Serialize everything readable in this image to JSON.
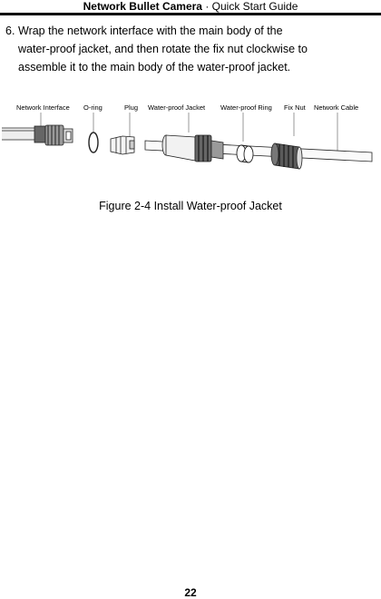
{
  "header": {
    "product": "Network Bullet Camera",
    "separator": "·",
    "guide": "Quick Start Guide"
  },
  "step": {
    "number": "6.",
    "lines": [
      "Wrap the network interface with the main body of the",
      "water-proof jacket, and then rotate the fix nut clockwise to",
      "assemble it to the main body of the water-proof jacket."
    ]
  },
  "figure": {
    "labels": {
      "network_interface": "Network Interface",
      "o_ring": "O-ring",
      "plug": "Plug",
      "waterproof_jacket": "Water-proof Jacket",
      "waterproof_ring": "Water-proof Ring",
      "fix_nut": "Fix Nut",
      "network_cable": "Network Cable"
    },
    "caption": "Figure 2-4 Install Water-proof Jacket"
  },
  "footer": {
    "page_number": "22"
  }
}
